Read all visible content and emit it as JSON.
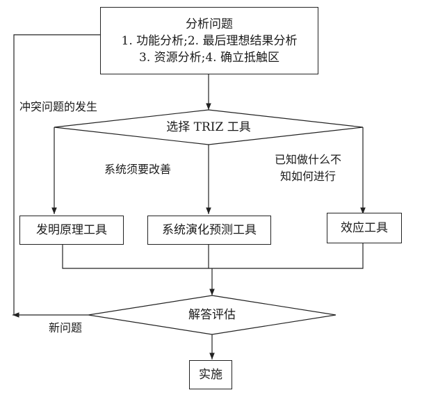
{
  "analyze": {
    "title": "分析问题",
    "line1": "1. 功能分析;2. 最后理想结果分析",
    "line2": "3. 资源分析;4. 确立抵触区"
  },
  "select_tool": "选择 TRIZ 工具",
  "tools": {
    "invention": "发明原理工具",
    "evolution": "系统演化预测工具",
    "effect": "效应工具"
  },
  "edge_labels": {
    "conflict": "冲突问题的发生",
    "improve": "系统须要改善",
    "known_what_1": "已知做什么不",
    "known_what_2": "知如何进行",
    "new_problem": "新问题"
  },
  "evaluate": "解答评估",
  "implement": "实施"
}
